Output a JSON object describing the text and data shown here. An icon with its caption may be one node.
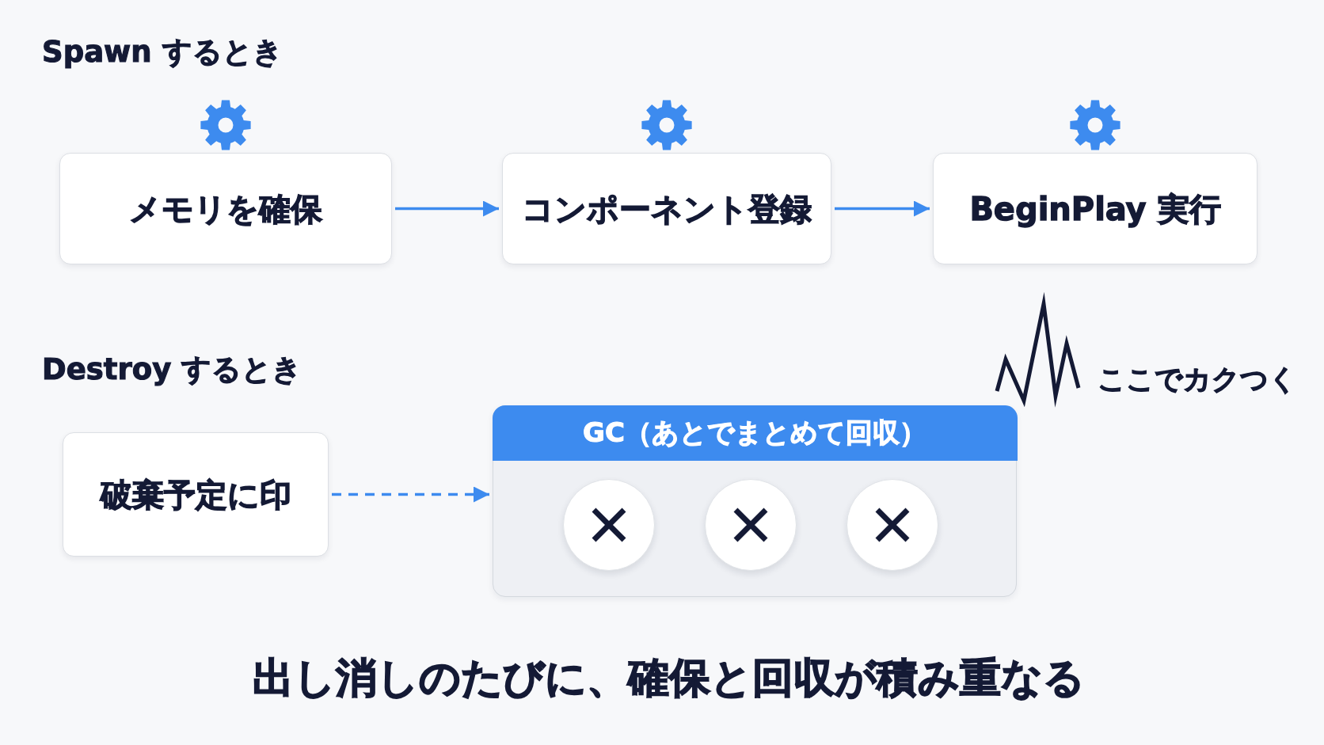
{
  "diagram": {
    "caption": "出し消しのたびに、確保と回収が積み重なる",
    "nodes": [
      {
        "text": [
          "メモリを確保"
        ]
      },
      {
        "text": [
          "コンポーネント登録"
        ]
      },
      {
        "text": [
          "BeginPlay 実行"
        ]
      },
      {
        "text": [
          "破棄予定に印"
        ]
      },
      {
        "text": [
          "GC（あとでまとめて回収）"
        ]
      },
      {
        "text": [],
        "shape": "circle",
        "in": 4
      },
      {
        "text": [],
        "shape": "circle",
        "in": 4
      },
      {
        "text": [],
        "shape": "circle",
        "in": 4
      }
    ],
    "edges": [
      {
        "from": 0,
        "to": 1,
        "arrow": "to"
      },
      {
        "from": 1,
        "to": 2,
        "arrow": "to"
      },
      {
        "from": 3,
        "to": 4,
        "arrow": "to",
        "style": "dashed"
      }
    ],
    "labels": [
      "Spawn するとき",
      "Destroy するとき",
      "ここでカクつく"
    ]
  }
}
